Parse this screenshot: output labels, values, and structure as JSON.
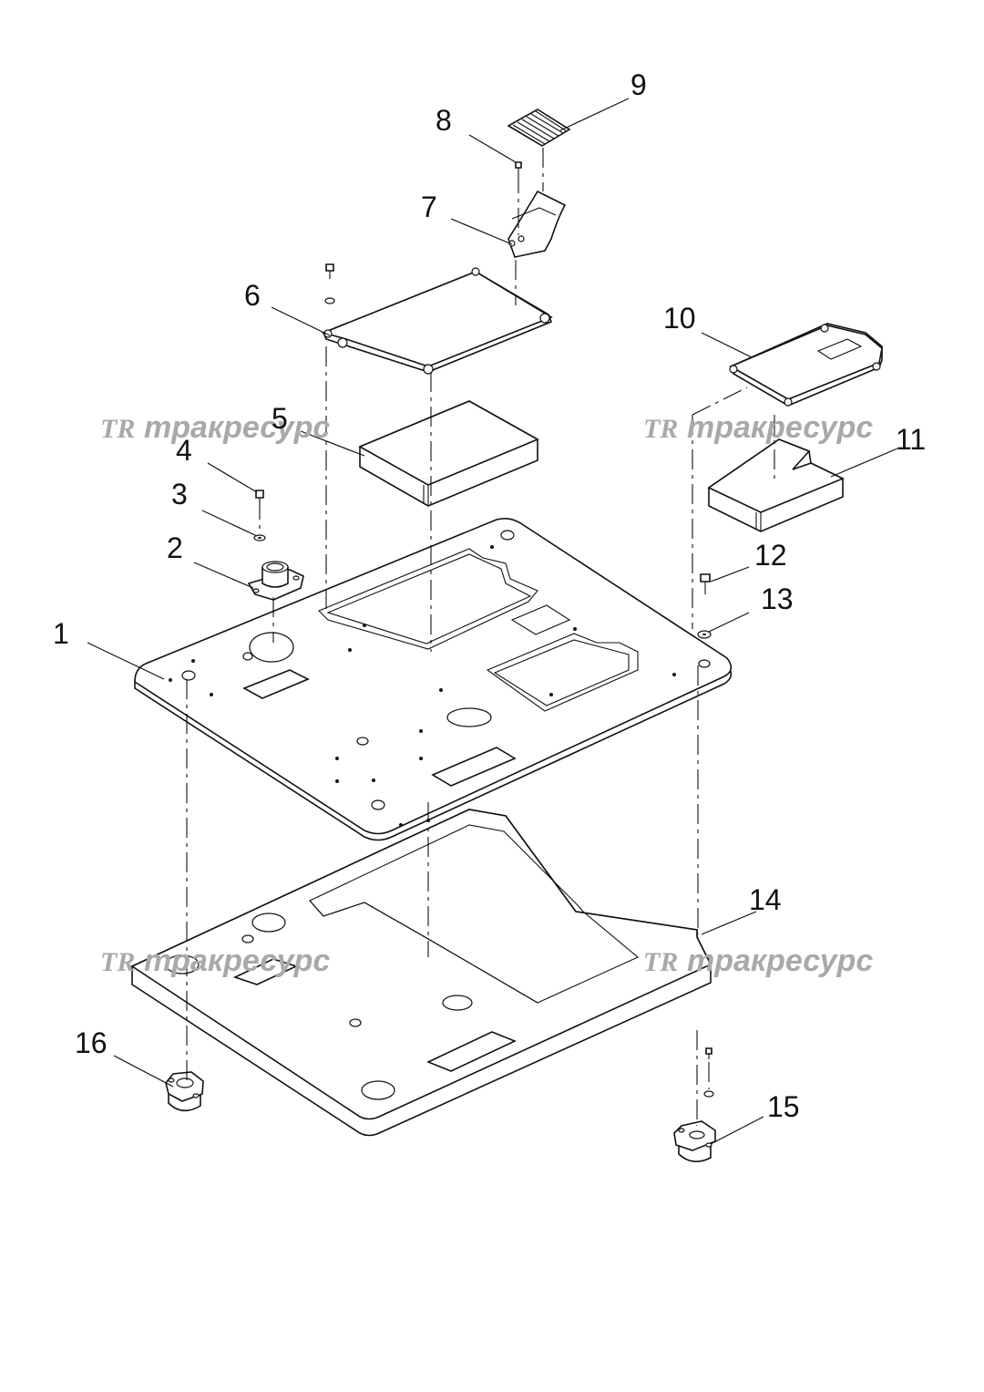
{
  "callouts": [
    {
      "id": "1",
      "text": "1"
    },
    {
      "id": "2",
      "text": "2"
    },
    {
      "id": "3",
      "text": "3"
    },
    {
      "id": "4",
      "text": "4"
    },
    {
      "id": "5",
      "text": "5"
    },
    {
      "id": "6",
      "text": "6"
    },
    {
      "id": "7",
      "text": "7"
    },
    {
      "id": "8",
      "text": "8"
    },
    {
      "id": "9",
      "text": "9"
    },
    {
      "id": "10",
      "text": "10"
    },
    {
      "id": "11",
      "text": "11"
    },
    {
      "id": "12",
      "text": "12"
    },
    {
      "id": "13",
      "text": "13"
    },
    {
      "id": "14",
      "text": "14"
    },
    {
      "id": "15",
      "text": "15"
    },
    {
      "id": "16",
      "text": "16"
    }
  ],
  "watermark": {
    "logo": "TR",
    "text": "тракресурс"
  },
  "colors": {
    "line": "#111111",
    "watermark": "#a9a9a9",
    "background": "#ffffff"
  }
}
